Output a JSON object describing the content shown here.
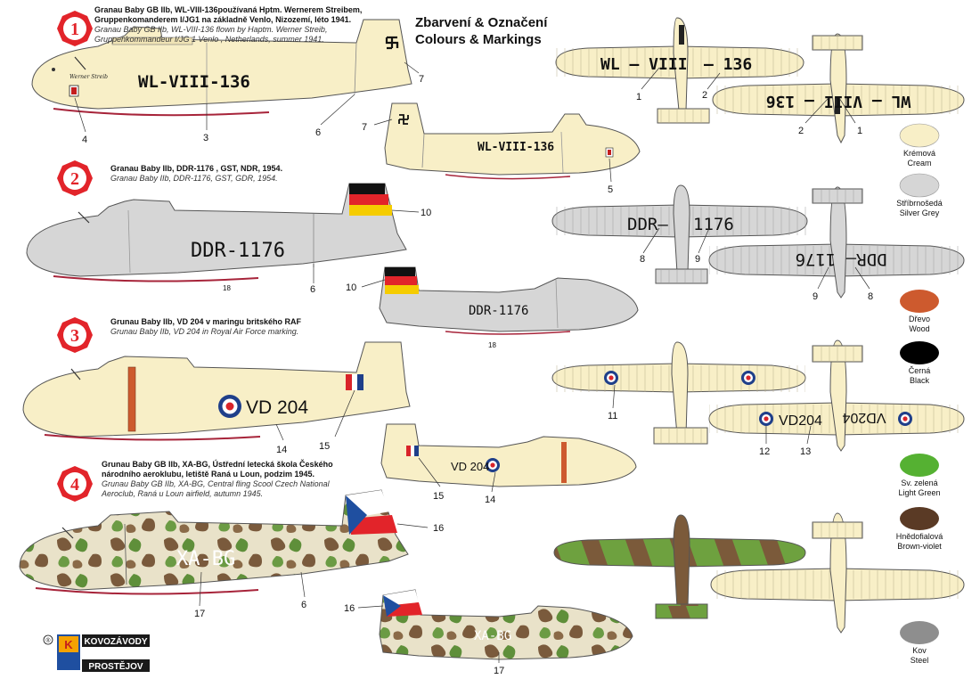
{
  "header": {
    "title_cz": "Zbarvení & Označení",
    "title_en": "Colours & Markings"
  },
  "schemes": [
    {
      "number": "1",
      "caption_bold_1": "Granau Baby GB IIb, WL-VIII-136používaná  Hptm. Wernerem Streibem,",
      "caption_bold_2": "Gruppenkomanderem I/JG1 na základně Venlo, Nizozemí, léto 1941.",
      "caption_italic_1": "Granau Baby GB IIb, WL-VIII-136 flown by Haptm. Werner Streib,",
      "caption_italic_2": "Gruppenkommandeur I/JG 1 Venlo , Netherlands, summer 1941.",
      "registration": "WL-VIII-136",
      "wing_left": "WL – VIII",
      "wing_right": "– 136",
      "wing_under": "WL – VIII – 136",
      "nose_text": "Werner Streib"
    },
    {
      "number": "2",
      "caption_bold_1": "Granau Baby IIb, DDR-1176 , GST, NDR, 1954.",
      "caption_italic_1": "Granau Baby IIb, DDR-1176, GST, GDR, 1954.",
      "registration": "DDR-1176",
      "wing_left": "DDR–",
      "wing_right": "1176",
      "wing_under": "DDR– 1176"
    },
    {
      "number": "3",
      "caption_bold_1": "Grunau Baby IIb, VD 204 v maringu britského RAF",
      "caption_italic_1": "Grunau Baby IIb, VD 204 in Royal Air Force marking.",
      "registration": "VD 204",
      "wing_under_left": "VD204",
      "wing_under_right": "VD204"
    },
    {
      "number": "4",
      "caption_bold_1": "Grunau Baby GB IIb, XA-BG, Ústřední letecká škola Českého",
      "caption_bold_2": "národního aeroklubu, letiště Raná u Loun, podzim 1945.",
      "caption_italic_1": "Grunau Baby GB IIb, XA-BG, Central fling Scool Czech National",
      "caption_italic_2": "Aeroclub, Raná u Loun airfield, autumn 1945.",
      "registration": "XA-BG"
    }
  ],
  "callouts": {
    "c1": "1",
    "c2": "2",
    "c3": "3",
    "c4": "4",
    "c5": "5",
    "c6": "6",
    "c7": "7",
    "c8": "8",
    "c9": "9",
    "c10": "10",
    "c11": "11",
    "c12": "12",
    "c13": "13",
    "c14": "14",
    "c15": "15",
    "c16": "16",
    "c17": "17",
    "c18": "18"
  },
  "swatches": [
    {
      "cz": "Krémová",
      "en": "Cream",
      "color": "#f8efc7"
    },
    {
      "cz": "Stříbrnošedá",
      "en": "Silver Grey",
      "color": "#d6d6d6"
    },
    {
      "cz": "Dřevo",
      "en": "Wood",
      "color": "#cd5a2e"
    },
    {
      "cz": "Černá",
      "en": "Black",
      "color": "#000000"
    },
    {
      "cz": "Sv. zelená",
      "en": "Light Green",
      "color": "#55b132"
    },
    {
      "cz": "Hnědofialová",
      "en": "Brown-violet",
      "color": "#5a3a25"
    },
    {
      "cz": "Kov",
      "en": "Steel",
      "color": "#8e8e8e"
    }
  ],
  "logo": {
    "line1": "KOVOZÁVODY",
    "line2": "PROSTĚJOV",
    "mark": "K",
    "registered": "®"
  },
  "colors": {
    "cream": "#f8efc7",
    "grey": "#d6d6d6",
    "wood": "#cd5a2e",
    "green": "#6ea13f",
    "brown": "#7b5a3a",
    "red": "#e2242a",
    "blue": "#1f4fa0",
    "gold": "#f5cc00"
  }
}
